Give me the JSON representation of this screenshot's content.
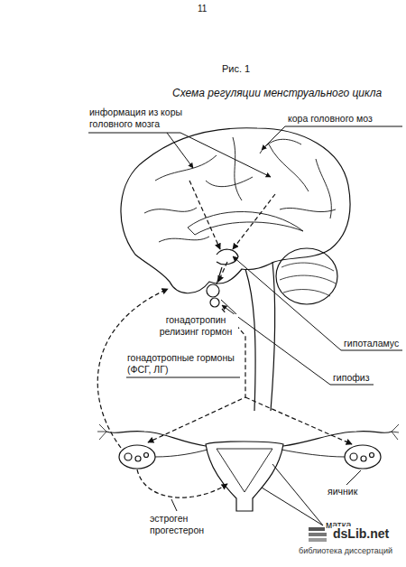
{
  "diagram": {
    "title": "Схема регуляции менструального цикла",
    "labels": [
      "11",
      "Рис. 1",
      "информация из коры головного мозга",
      "кора головного моз",
      "гонадотропин релизинг гормон",
      "гипоталамус",
      "гипофиз",
      "гонадотропные гормоны (ФСГ, ЛГ)",
      "яичник",
      "эстроген прогестерон",
      "матка",
      "dsLib.net",
      "библиотека диссертаций"
    ]
  }
}
